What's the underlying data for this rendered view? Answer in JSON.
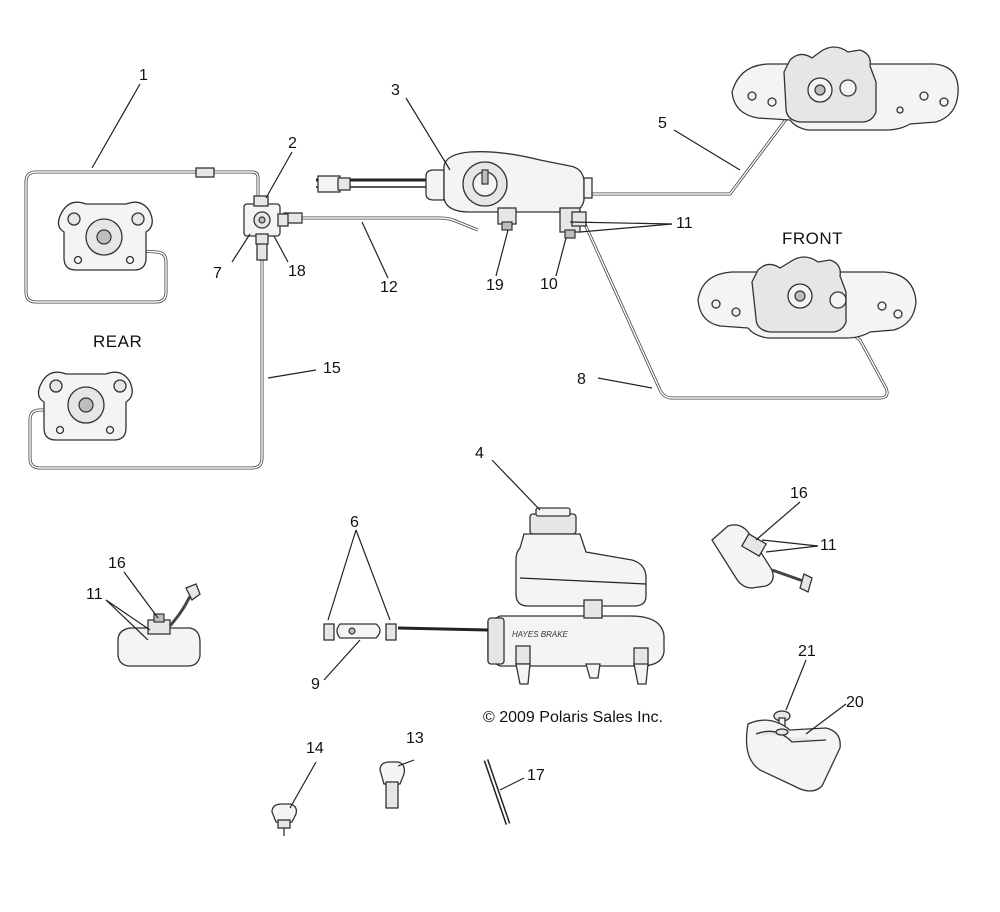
{
  "section_labels": {
    "rear": "REAR",
    "front": "FRONT"
  },
  "copyright": "© 2009 Polaris Sales Inc.",
  "callouts": [
    {
      "id": "c1",
      "text": "1"
    },
    {
      "id": "c2",
      "text": "2"
    },
    {
      "id": "c3",
      "text": "3"
    },
    {
      "id": "c4",
      "text": "4"
    },
    {
      "id": "c5",
      "text": "5"
    },
    {
      "id": "c6",
      "text": "6"
    },
    {
      "id": "c7",
      "text": "7"
    },
    {
      "id": "c8",
      "text": "8"
    },
    {
      "id": "c9",
      "text": "9"
    },
    {
      "id": "c10",
      "text": "10"
    },
    {
      "id": "c11a",
      "text": "11"
    },
    {
      "id": "c11b",
      "text": "11"
    },
    {
      "id": "c11c",
      "text": "11"
    },
    {
      "id": "c12",
      "text": "12"
    },
    {
      "id": "c13",
      "text": "13"
    },
    {
      "id": "c14",
      "text": "14"
    },
    {
      "id": "c15",
      "text": "15"
    },
    {
      "id": "c16a",
      "text": "16"
    },
    {
      "id": "c16b",
      "text": "16"
    },
    {
      "id": "c17",
      "text": "17"
    },
    {
      "id": "c18",
      "text": "18"
    },
    {
      "id": "c19",
      "text": "19"
    },
    {
      "id": "c20",
      "text": "20"
    },
    {
      "id": "c21",
      "text": "21"
    }
  ],
  "master_cylinder_marking": "HAYES BRAKE"
}
